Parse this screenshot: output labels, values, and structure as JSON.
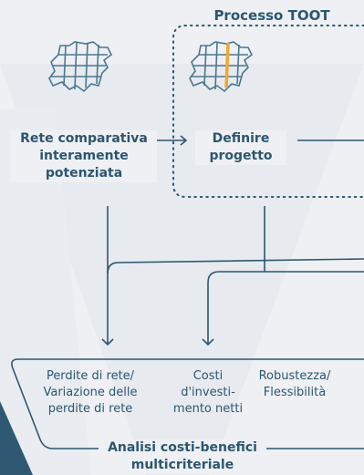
{
  "process_title": "Processo TOOT",
  "nodes": {
    "comparison": "Rete comparativa interamente potenziata",
    "define_project": "Definire progetto"
  },
  "criteria": [
    "Perdite di rete/ Variazione delle perdite di rete",
    "Costi d'investi- mento netti",
    "Robustezza/ Flessibilità"
  ],
  "footer": "Analisi costi-benefici multicriteriale",
  "colors": {
    "primary": "#2c5670",
    "background": "#eef0f3",
    "highlight": "#f0a830",
    "dark_corner": "#2f5872"
  }
}
